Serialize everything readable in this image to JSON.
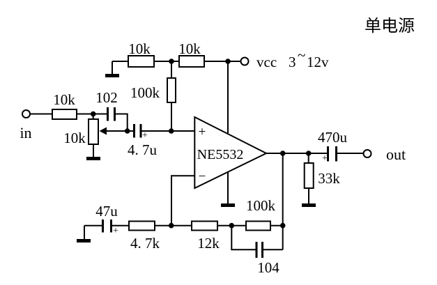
{
  "title": "单电源",
  "colors": {
    "ink": "#000000",
    "background": "#ffffff"
  },
  "terminals": {
    "input": {
      "label": "in"
    },
    "output": {
      "label": "out"
    },
    "supply": {
      "word": "vcc",
      "num": "3",
      "tilde": "~",
      "range": "12v"
    }
  },
  "opamp": {
    "part": "NE5532",
    "noninverting": "+",
    "inverting": "−"
  },
  "components": {
    "r_top_left": {
      "value": "10k"
    },
    "r_top_right": {
      "value": "10k"
    },
    "r_bias": {
      "value": "100k"
    },
    "r_input": {
      "value": "10k"
    },
    "c_input": {
      "value": "102"
    },
    "pot": {
      "value": "10k"
    },
    "c_couple": {
      "value": "4. 7u",
      "polarity": "+"
    },
    "c_output": {
      "value": "470u",
      "polarity": "+"
    },
    "r_load": {
      "value": "33k"
    },
    "c_gain": {
      "value": "47u",
      "polarity": "+"
    },
    "r_gain_a": {
      "value": "4. 7k"
    },
    "r_gain_b": {
      "value": "12k"
    },
    "r_feedback": {
      "value": "100k"
    },
    "c_feedback": {
      "value": "104"
    }
  }
}
